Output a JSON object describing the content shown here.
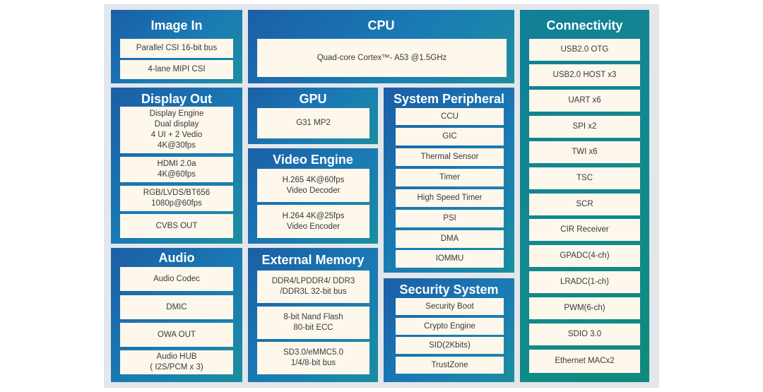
{
  "blocks": {
    "image_in": {
      "title": "Image In",
      "items": [
        "Parallel CSI 16-bit bus",
        "4-lane MIPI CSI"
      ]
    },
    "cpu": {
      "title": "CPU",
      "items": [
        "Quad-core Cortex™- A53 @1.5GHz"
      ]
    },
    "connectivity": {
      "title": "Connectivity",
      "items": [
        "USB2.0 OTG",
        "USB2.0 HOST x3",
        "UART x6",
        "SPI x2",
        "TWI x6",
        "TSC",
        "SCR",
        "CIR Receiver",
        "GPADC(4-ch)",
        "LRADC(1-ch)",
        "PWM(6-ch)",
        "SDIO 3.0",
        "Ethernet MACx2"
      ]
    },
    "display_out": {
      "title": "Display Out",
      "items": [
        "Display Engine\nDual display\n4 UI  + 2 Vedio\n4K@30fps",
        "HDMI 2.0a\n4K@60fps",
        "RGB/LVDS/BT656\n1080p@60fps",
        "CVBS OUT"
      ]
    },
    "gpu": {
      "title": "GPU",
      "items": [
        "G31 MP2"
      ]
    },
    "system_peripheral": {
      "title": "System Peripheral",
      "items": [
        "CCU",
        "GIC",
        "Thermal Sensor",
        "Timer",
        "High Speed Timer",
        "PSI",
        "DMA",
        "IOMMU"
      ]
    },
    "video_engine": {
      "title": "Video Engine",
      "items": [
        "H.265 4K@60fps\nVideo Decoder",
        "H.264 4K@25fps\nVideo Encoder"
      ]
    },
    "audio": {
      "title": "Audio",
      "items": [
        "Audio Codec",
        "DMIC",
        "OWA OUT",
        "Audio HUB\n( I2S/PCM x 3)"
      ]
    },
    "external_memory": {
      "title": "External Memory",
      "items": [
        "DDR4/LPDDR4/ DDR3\n/DDR3L 32-bit bus",
        "8-bit Nand Flash\n80-bit ECC",
        "SD3.0/eMMC5.0\n1/4/8-bit bus"
      ]
    },
    "security_system": {
      "title": "Security System",
      "items": [
        "Security Boot",
        "Crypto Engine",
        "SID(2Kbits)",
        "TrustZone"
      ]
    }
  }
}
